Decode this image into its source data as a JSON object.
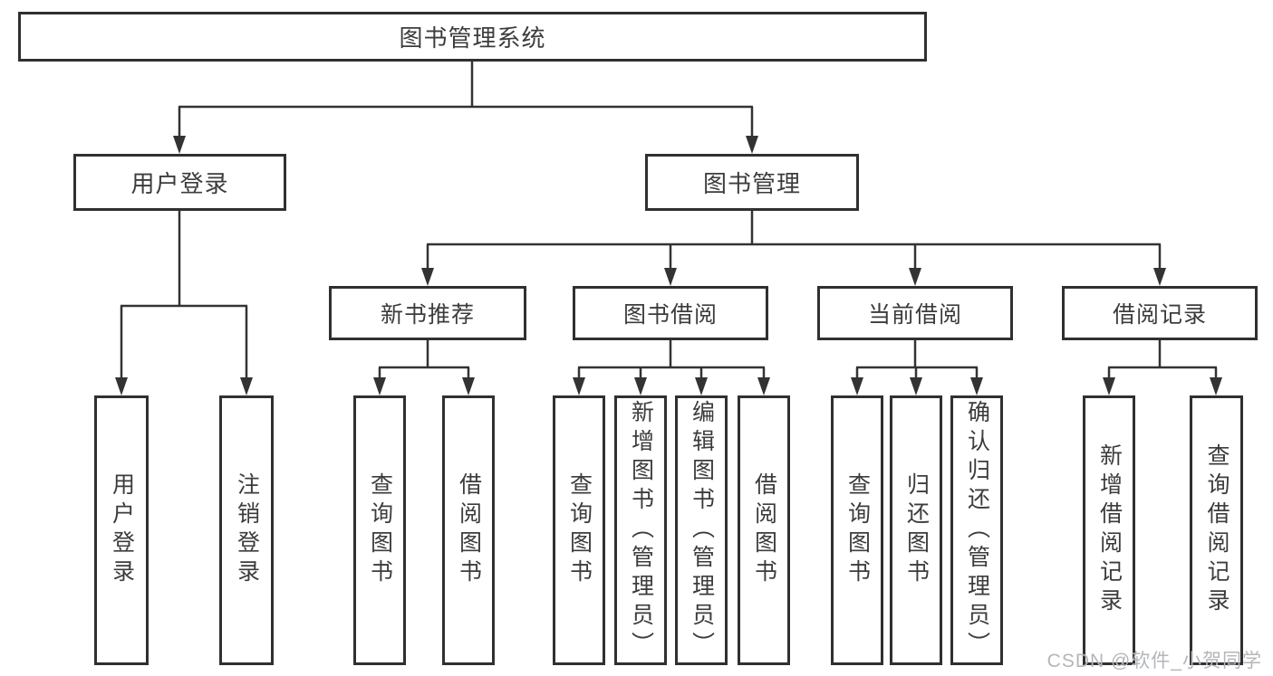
{
  "tree": {
    "root": {
      "label": "图书管理系统"
    },
    "branches": [
      {
        "label": "用户登录",
        "children": [
          {
            "label": "用户登录"
          },
          {
            "label": "注销登录"
          }
        ]
      },
      {
        "label": "图书管理",
        "children": [
          {
            "label": "新书推荐",
            "children": [
              {
                "label": "查询图书"
              },
              {
                "label": "借阅图书"
              }
            ]
          },
          {
            "label": "图书借阅",
            "children": [
              {
                "label": "查询图书"
              },
              {
                "label": "新增图书（管理员）"
              },
              {
                "label": "编辑图书（管理员）"
              },
              {
                "label": "借阅图书"
              }
            ]
          },
          {
            "label": "当前借阅",
            "children": [
              {
                "label": "查询图书"
              },
              {
                "label": "归还图书"
              },
              {
                "label": "确认归还（管理员）"
              }
            ]
          },
          {
            "label": "借阅记录",
            "children": [
              {
                "label": "新增借阅记录"
              },
              {
                "label": "查询借阅记录"
              }
            ]
          }
        ]
      }
    ]
  },
  "watermark": {
    "text": "CSDN @软件_小贺同学"
  },
  "colors": {
    "background": "#ffffff",
    "box_border": "#303030",
    "connector_line": "#333333",
    "text": "#3c3c3c",
    "watermark_text": "#b3b6ba"
  }
}
